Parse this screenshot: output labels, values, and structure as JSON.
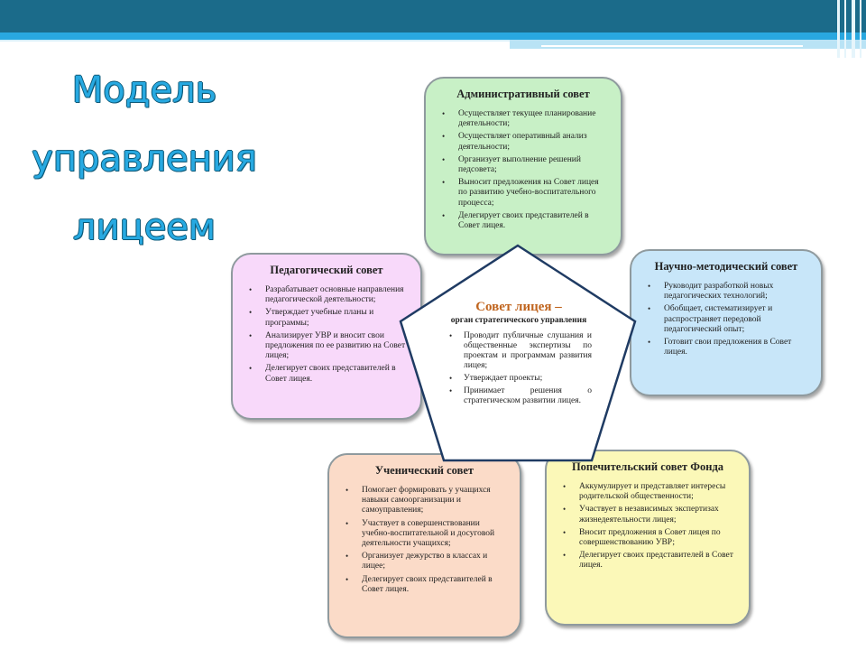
{
  "title_lines": [
    "Модель",
    "управления",
    "лицеем"
  ],
  "colors": {
    "title": "#27a9e1",
    "header_dark": "#1b6b8a",
    "header_light": "#29a8e0",
    "admin_fill": "#c8f0c6",
    "pedagogical_fill": "#f8d9fa",
    "methodical_fill": "#c8e6f9",
    "student_fill": "#fbdbc8",
    "trustee_fill": "#fbf8b8",
    "center_accent": "#c0651f"
  },
  "center": {
    "title": "Совет лицея –",
    "subtitle": "орган стратегического управления",
    "items": [
      "Проводит публичные слушания и общественные экспертизы по проектам и программам развития лицея;",
      "Утверждает проекты;",
      "Принимает решения о стратегическом развитии лицея."
    ]
  },
  "boxes": {
    "admin": {
      "title": "Административный совет",
      "items": [
        "Осуществляет текущее планирование деятельности;",
        "Осуществляет оперативный анализ деятельности;",
        "Организует выполнение решений педсовета;",
        "Выносит предложения на Совет лицея по развитию учебно-воспитательного процесса;",
        "Делегирует своих представителей в Совет лицея."
      ]
    },
    "pedagogical": {
      "title": "Педагогический совет",
      "items": [
        "Разрабатывает основные направления педагогической деятельности;",
        "Утверждает учебные планы и программы;",
        "Анализирует УВР и вносит свои предложения по ее развитию на Совет лицея;",
        "Делегирует своих представителей в Совет лицея."
      ]
    },
    "methodical": {
      "title": "Научно-методический совет",
      "items": [
        "Руководит разработкой новых педагогических технологий;",
        "Обобщает, систематизирует и распространяет передовой педагогический опыт;",
        "Готовит свои предложения в Совет лицея."
      ]
    },
    "student": {
      "title": "Ученический совет",
      "items": [
        "Помогает формировать у учащихся навыки самоорганизации и самоуправления;",
        "Участвует в совершенствовании учебно-воспитательной и досуговой деятельности учащихся;",
        "Организует дежурство в классах и лицее;",
        "Делегирует своих представителей в Совет лицея."
      ]
    },
    "trustee": {
      "title": "Попечительский совет Фонда",
      "items": [
        "Аккумулирует и представляет интересы родительской общественности;",
        "Участвует в независимых экспертизах жизнедеятельности лицея;",
        "Вносит предложения в Совет лицея по совершенствованию УВР;",
        "Делегирует своих представителей в Совет лицея."
      ]
    }
  }
}
